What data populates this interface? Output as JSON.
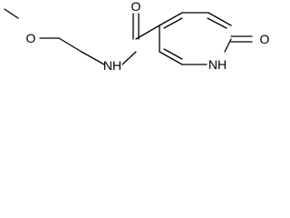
{
  "molecule": {
    "atoms": {
      "methoxy_oxygen": "O",
      "amide_nitrogen": "NH",
      "carbonyl_oxygen": "O",
      "ring_nitrogen": "NH",
      "ring_carbonyl_oxygen": "O"
    }
  },
  "colors": {
    "bond": "#000000",
    "label": "#000000",
    "background": "#ffffff"
  }
}
